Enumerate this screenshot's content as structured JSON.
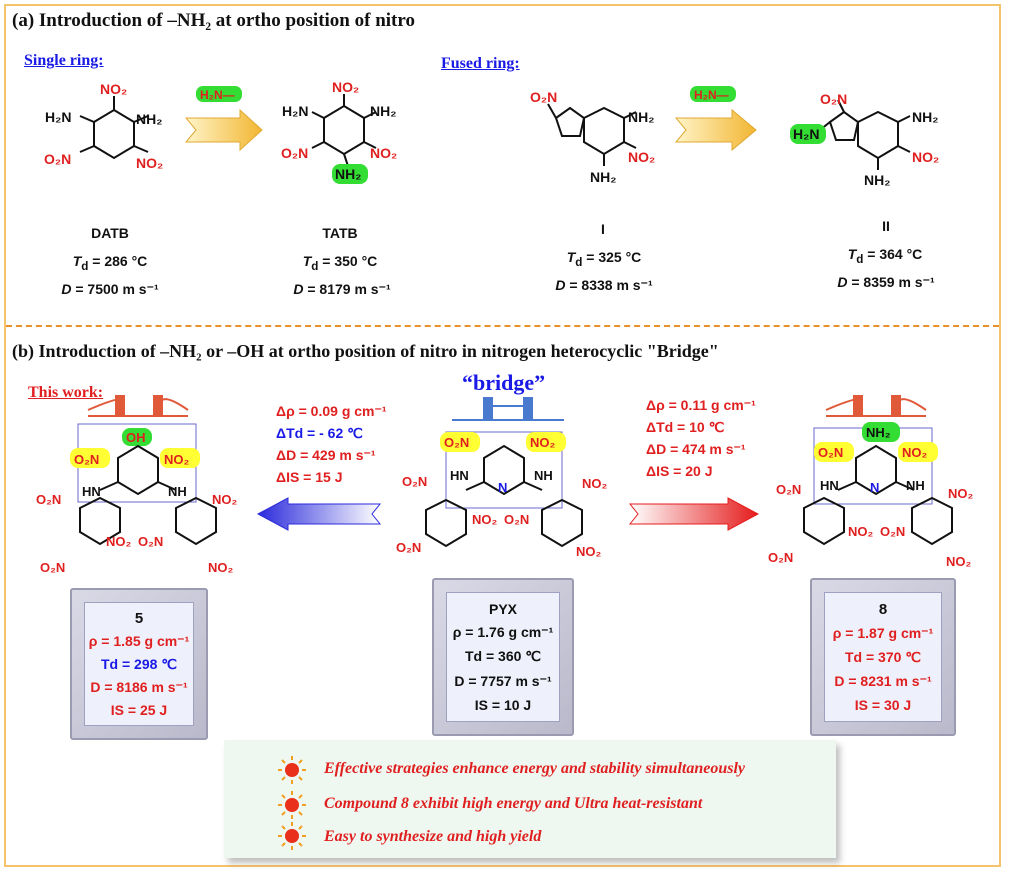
{
  "section_a": {
    "title": "(a)  Introduction of –NH₂ at ortho position of nitro",
    "single_ring_label": "Single ring:",
    "fused_ring_label": "Fused ring:",
    "reagent": "H₂N—",
    "compounds": [
      {
        "name": "DATB",
        "td": "T",
        "td_val": " = 286 °C",
        "d_val": " = 7500 m s⁻¹"
      },
      {
        "name": "TATB",
        "td_val": " = 350 °C",
        "d_val": " = 8179 m s⁻¹"
      },
      {
        "name": "I",
        "td_val": " = 325 °C",
        "d_val": " = 8338 m s⁻¹"
      },
      {
        "name": "II",
        "td_val": " = 364 °C",
        "d_val": " = 8359 m s⁻¹"
      }
    ],
    "atoms": {
      "no2": "NO₂",
      "nh2": "NH₂",
      "h2n": "H₂N",
      "o2n": "O₂N"
    }
  },
  "section_b": {
    "title": "(b) Introduction of –NH₂ or –OH at ortho position of nitro  in nitrogen heterocyclic \"Bridge\"",
    "this_work": "This work:",
    "bridge_word": "“bridge”",
    "left_deltas": [
      "Δρ = 0.09 g cm⁻¹",
      "ΔTd = - 62 ℃",
      "ΔD = 429 m s⁻¹",
      "ΔIS = 15 J"
    ],
    "right_deltas": [
      "Δρ = 0.11 g cm⁻¹",
      "ΔTd = 10 ℃",
      "ΔD = 474 m s⁻¹",
      "ΔIS = 20 J"
    ],
    "atoms": {
      "oh": "OH",
      "hn": "HN",
      "nh": "NH",
      "n": "N"
    },
    "cards": [
      {
        "name": "5",
        "rho": "ρ = 1.85 g cm⁻¹",
        "td": "Td = 298 ℃",
        "d": "D = 8186 m s⁻¹",
        "is": "IS = 25 J"
      },
      {
        "name": "PYX",
        "rho": "ρ = 1.76 g cm⁻¹",
        "td": "Td = 360 ℃",
        "d": "D = 7757 m s⁻¹",
        "is": "IS = 10 J"
      },
      {
        "name": "8",
        "rho": "ρ = 1.87 g cm⁻¹",
        "td": "Td = 370 ℃",
        "d": "D = 8231 m s⁻¹",
        "is": "IS = 30 J"
      }
    ]
  },
  "notes": [
    "Effective strategies enhance energy and stability simultaneously",
    "Compound 8 exhibit high energy and Ultra heat-resistant",
    "Easy to synthesize and high yield"
  ],
  "colors": {
    "red": "#e02020",
    "blue": "#1a1ae6",
    "highlight_green": "#33dd33",
    "highlight_yellow": "#ffff33",
    "frame": "#f5c36b"
  }
}
